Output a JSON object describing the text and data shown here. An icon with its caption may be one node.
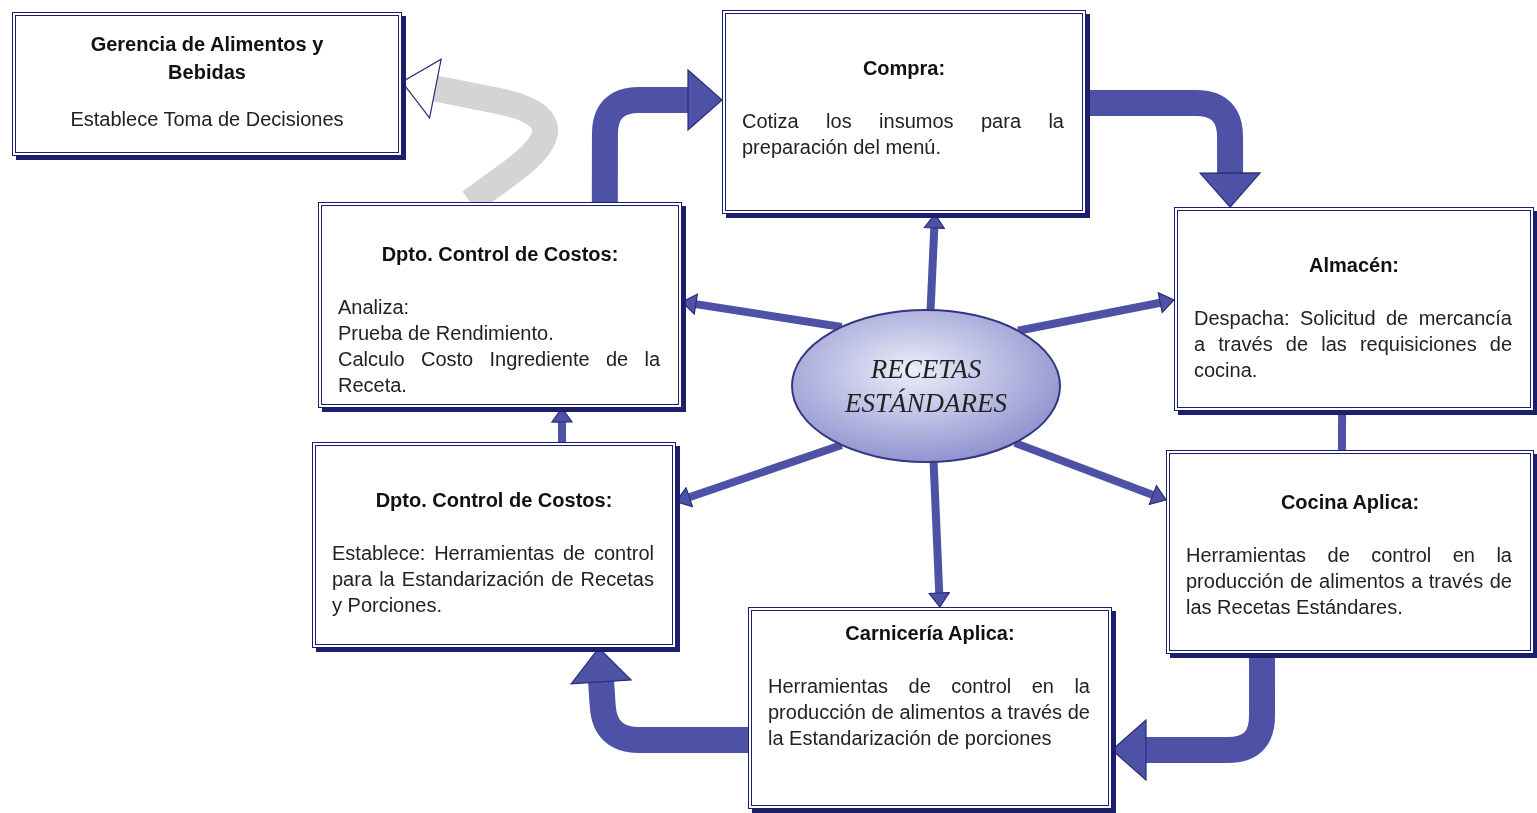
{
  "diagram": {
    "nodes": [
      {
        "text": [
          "Gerencia de Alimentos y Bebidas",
          "Establece Toma de Decisiones"
        ]
      },
      {
        "text": [
          "Compra:",
          "Cotiza los insumos para la preparación del menú."
        ]
      },
      {
        "text": [
          "Dpto. Control de Costos:",
          "Analiza:",
          "Prueba de Rendimiento.",
          "Calculo Costo Ingrediente de la Receta."
        ]
      },
      {
        "text": [
          "Almacén:",
          "Despacha: Solicitud de mercancía a través de las requisiciones de cocina."
        ]
      },
      {
        "text": [
          "RECETAS ESTÁNDARES"
        ]
      },
      {
        "text": [
          "Dpto. Control de Costos:",
          "Establece: Herramientas de control para la Estandarización de Recetas y Porciones."
        ]
      },
      {
        "text": [
          "Cocina Aplica:",
          "Herramientas de control en la producción de alimentos a través de las Recetas Estándares."
        ]
      },
      {
        "text": [
          "Carnicería Aplica:",
          "Herramientas de control en la producción de alimentos a través de la Estandarización de porciones"
        ]
      }
    ],
    "edges": [
      {
        "from": 2,
        "to": 0,
        "arrow": "to",
        "style": "thick",
        "color": "#d4d4d4"
      },
      {
        "from": 2,
        "to": 1,
        "arrow": "to",
        "style": "thick"
      },
      {
        "from": 1,
        "to": 3,
        "arrow": "to",
        "style": "thick"
      },
      {
        "from": 3,
        "to": 6,
        "arrow": "none"
      },
      {
        "from": 6,
        "to": 7,
        "arrow": "to",
        "style": "thick"
      },
      {
        "from": 7,
        "to": 5,
        "arrow": "to",
        "style": "thick"
      },
      {
        "from": 5,
        "to": 2,
        "arrow": "to"
      },
      {
        "from": 4,
        "to": 1,
        "arrow": "to"
      },
      {
        "from": 4,
        "to": 3,
        "arrow": "to"
      },
      {
        "from": 4,
        "to": 6,
        "arrow": "to"
      },
      {
        "from": 4,
        "to": 7,
        "arrow": "to"
      },
      {
        "from": 4,
        "to": 5,
        "arrow": "to"
      },
      {
        "from": 4,
        "to": 2,
        "arrow": "to"
      }
    ]
  }
}
